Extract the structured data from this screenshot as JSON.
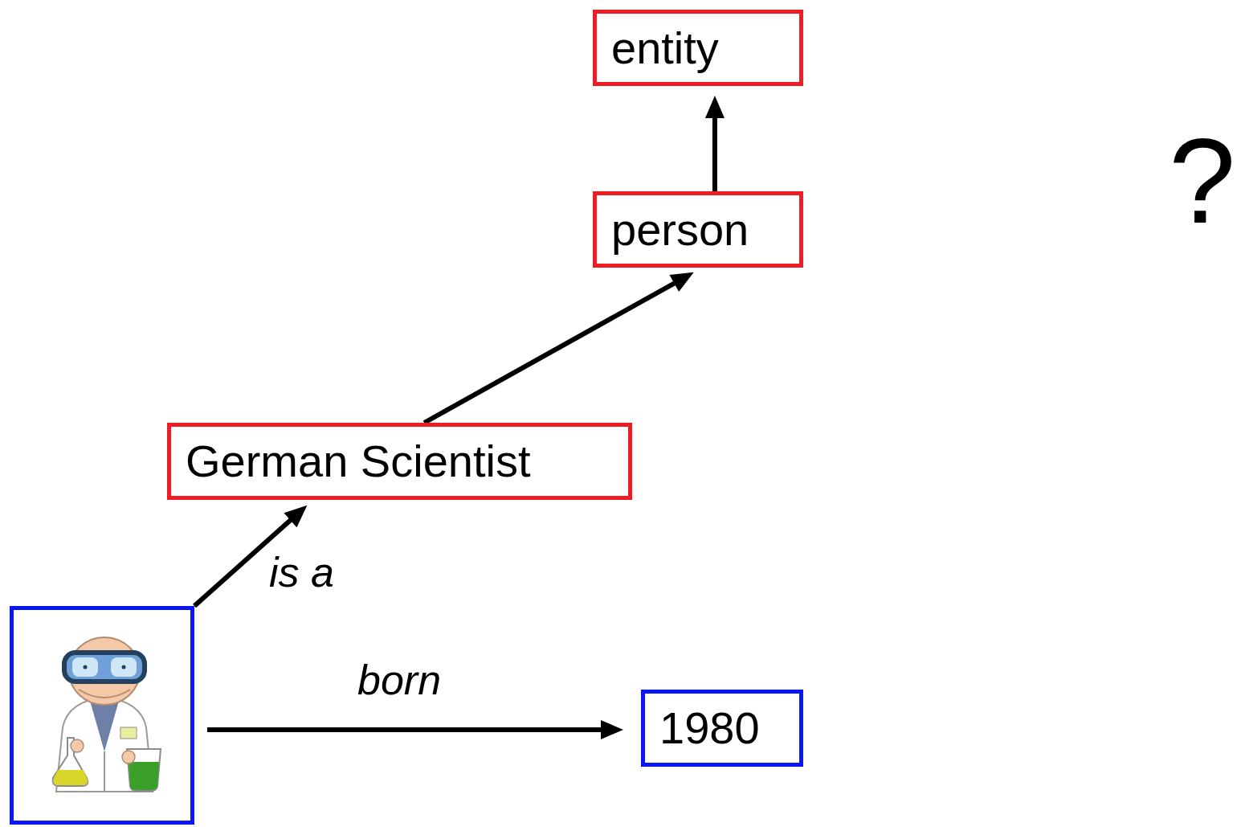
{
  "diagram": {
    "nodes": [
      {
        "text": [
          "entity"
        ]
      },
      {
        "text": [
          "person"
        ]
      },
      {
        "text": [
          "German Scientist"
        ]
      },
      {
        "text": []
      },
      {
        "text": [
          "1980"
        ]
      }
    ],
    "edges": [
      {
        "from": 3,
        "to": 2,
        "arrow": "to",
        "label": "is a"
      },
      {
        "from": 2,
        "to": 1,
        "arrow": "to"
      },
      {
        "from": 1,
        "to": 0,
        "arrow": "to"
      },
      {
        "from": 3,
        "to": 4,
        "arrow": "to",
        "label": "born"
      }
    ],
    "labels": [
      "?"
    ]
  }
}
